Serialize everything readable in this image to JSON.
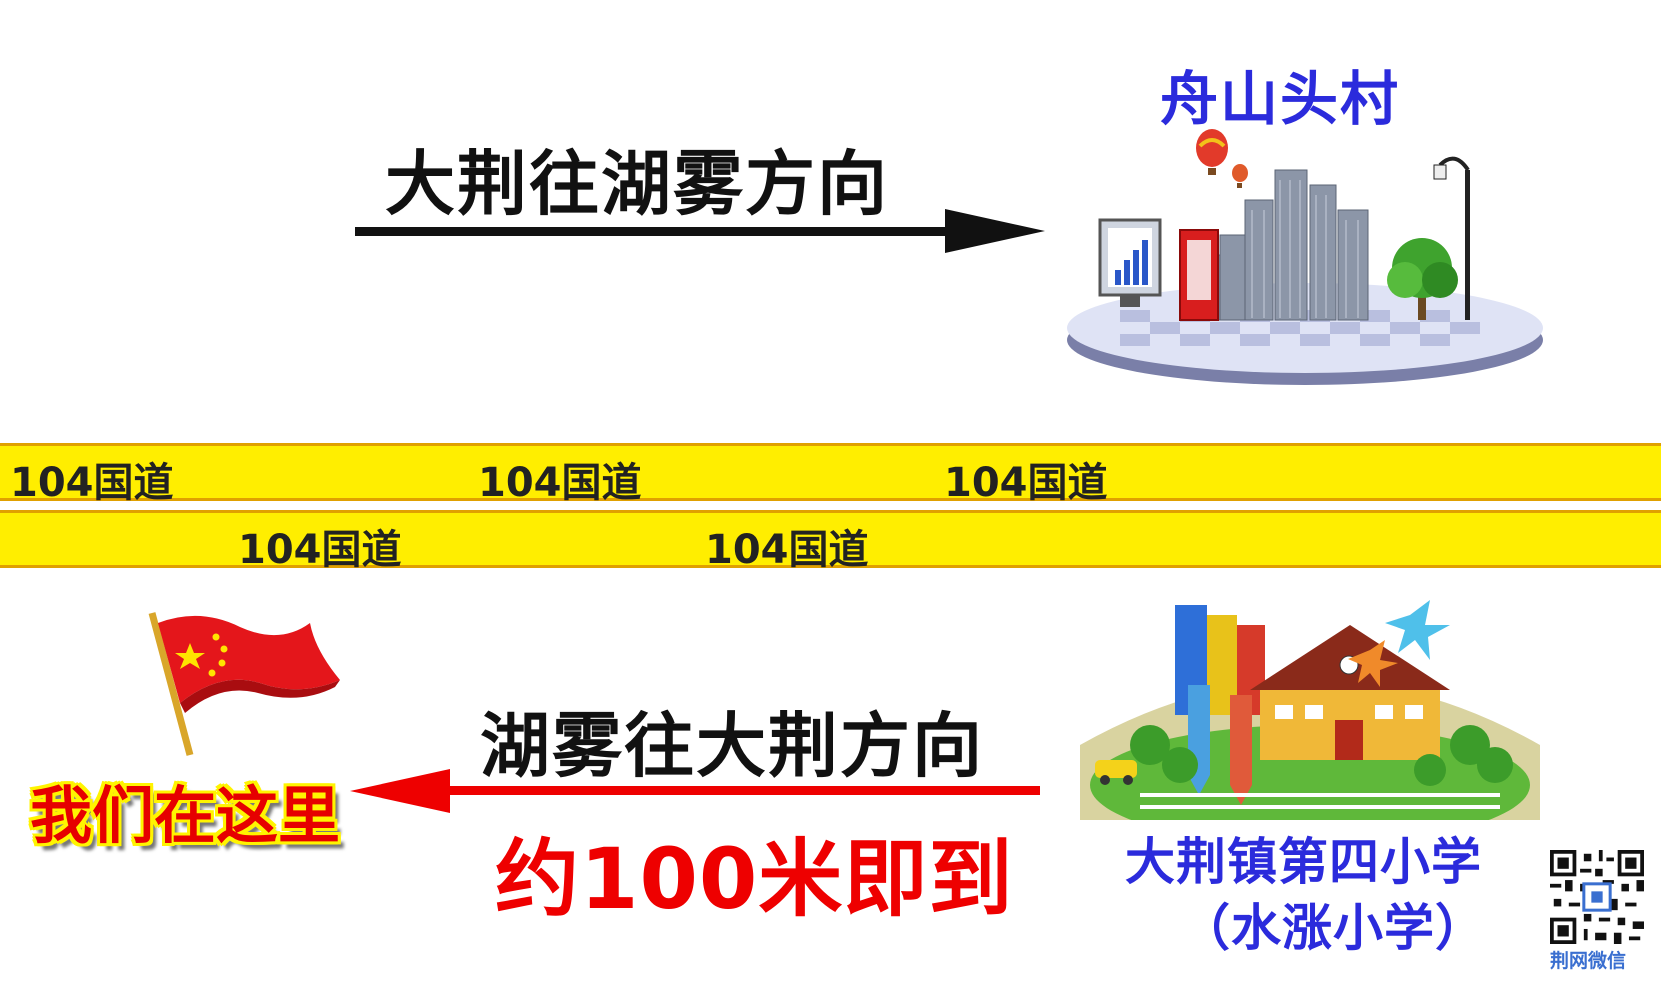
{
  "top": {
    "direction_label": "大荆往湖雾方向",
    "destination_label": "舟山头村",
    "destination_illustration": "city-buildings-icon"
  },
  "road": {
    "row1_labels": [
      "104国道",
      "104国道",
      "104国道"
    ],
    "row2_labels": [
      "104国道",
      "104国道"
    ],
    "color": "#ffee00"
  },
  "bottom": {
    "direction_label": "湖雾往大荆方向",
    "distance_label": "约100米即到",
    "here_label": "我们在这里",
    "flag_icon": "chinese-flag-icon",
    "school_label": "大荆镇第四小学",
    "school_alt_label": "（水涨小学）",
    "school_illustration": "school-building-icon"
  },
  "watermark": {
    "qr_icon": "qr-code-icon",
    "caption": "荆网微信"
  },
  "colors": {
    "arrow_top": "#111111",
    "arrow_bottom": "#ee0000",
    "label_blue": "#2b2bdc",
    "label_red": "#e60000"
  }
}
